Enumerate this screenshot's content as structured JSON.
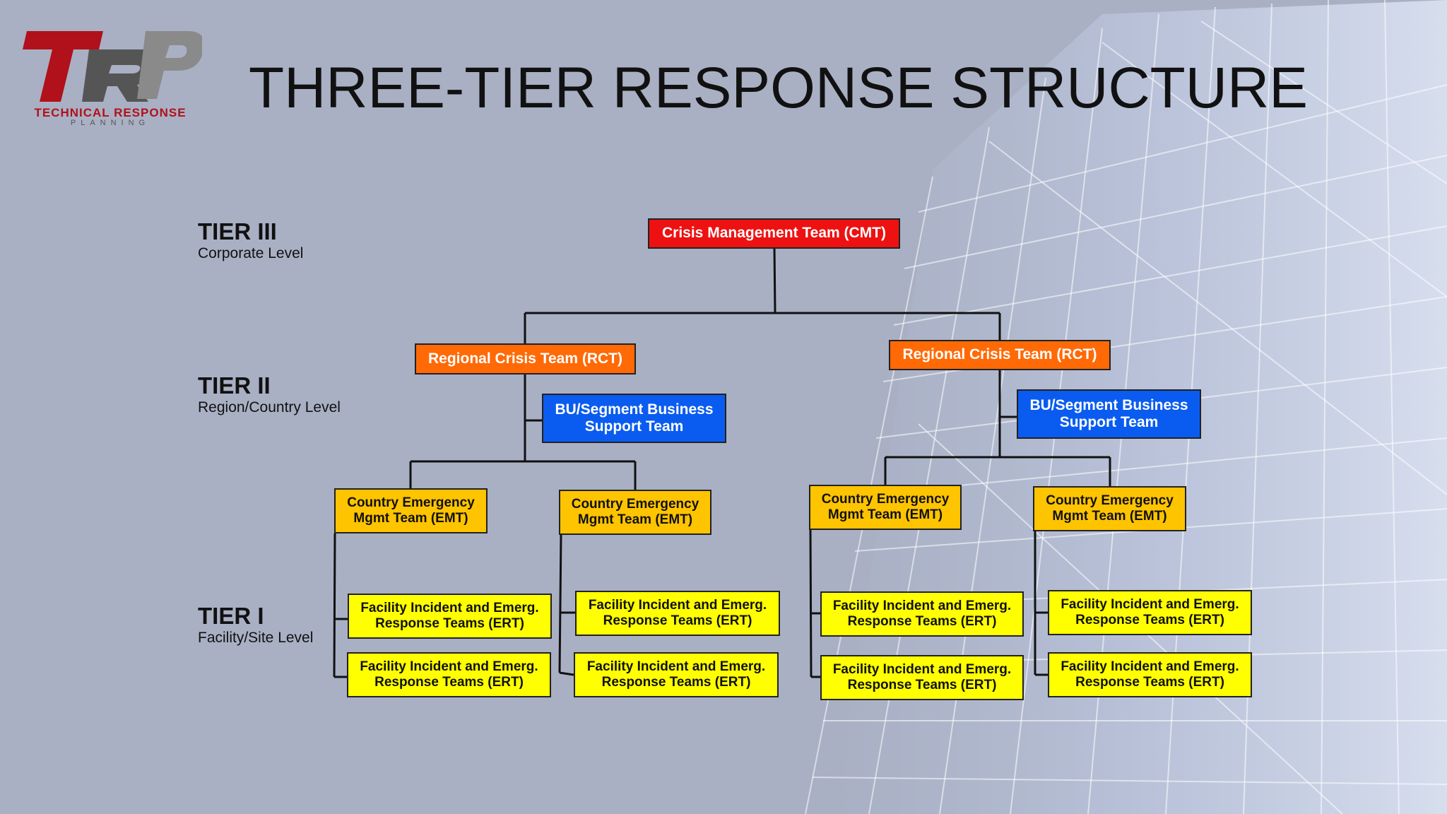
{
  "logo": {
    "letters": "TRP",
    "line1": "TECHNICAL RESPONSE",
    "line2": "PLANNING",
    "colors": {
      "red": "#b0111a",
      "gray": "#6e6e6e"
    }
  },
  "title": "THREE-TIER RESPONSE STRUCTURE",
  "tiers": [
    {
      "name": "TIER III",
      "sub": "Corporate Level"
    },
    {
      "name": "TIER II",
      "sub": "Region/Country Level"
    },
    {
      "name": "TIER I",
      "sub": "Facility/Site Level"
    }
  ],
  "nodes": {
    "cmt": "Crisis Management Team (CMT)",
    "rct_left": "Regional Crisis Team (RCT)",
    "rct_right": "Regional Crisis Team (RCT)",
    "bu_left": "BU/Segment Business\nSupport Team",
    "bu_right": "BU/Segment Business\nSupport Team",
    "emt": [
      "Country Emergency\nMgmt Team (EMT)",
      "Country Emergency\nMgmt Team (EMT)",
      "Country Emergency\nMgmt Team (EMT)",
      "Country Emergency\nMgmt Team (EMT)"
    ],
    "ert": [
      "Facility Incident and Emerg.\nResponse Teams (ERT)",
      "Facility Incident and Emerg.\nResponse Teams (ERT)",
      "Facility Incident and Emerg.\nResponse Teams (ERT)",
      "Facility Incident and Emerg.\nResponse Teams (ERT)",
      "Facility Incident and Emerg.\nResponse Teams (ERT)",
      "Facility Incident and Emerg.\nResponse Teams (ERT)",
      "Facility Incident and Emerg.\nResponse Teams (ERT)",
      "Facility Incident and Emerg.\nResponse Teams (ERT)"
    ]
  },
  "colors": {
    "background": "#a9b0c4",
    "cmt": "#ee1111",
    "rct": "#ff6a06",
    "bu": "#0a5cf0",
    "emt": "#ffc400",
    "ert": "#ffff00"
  }
}
